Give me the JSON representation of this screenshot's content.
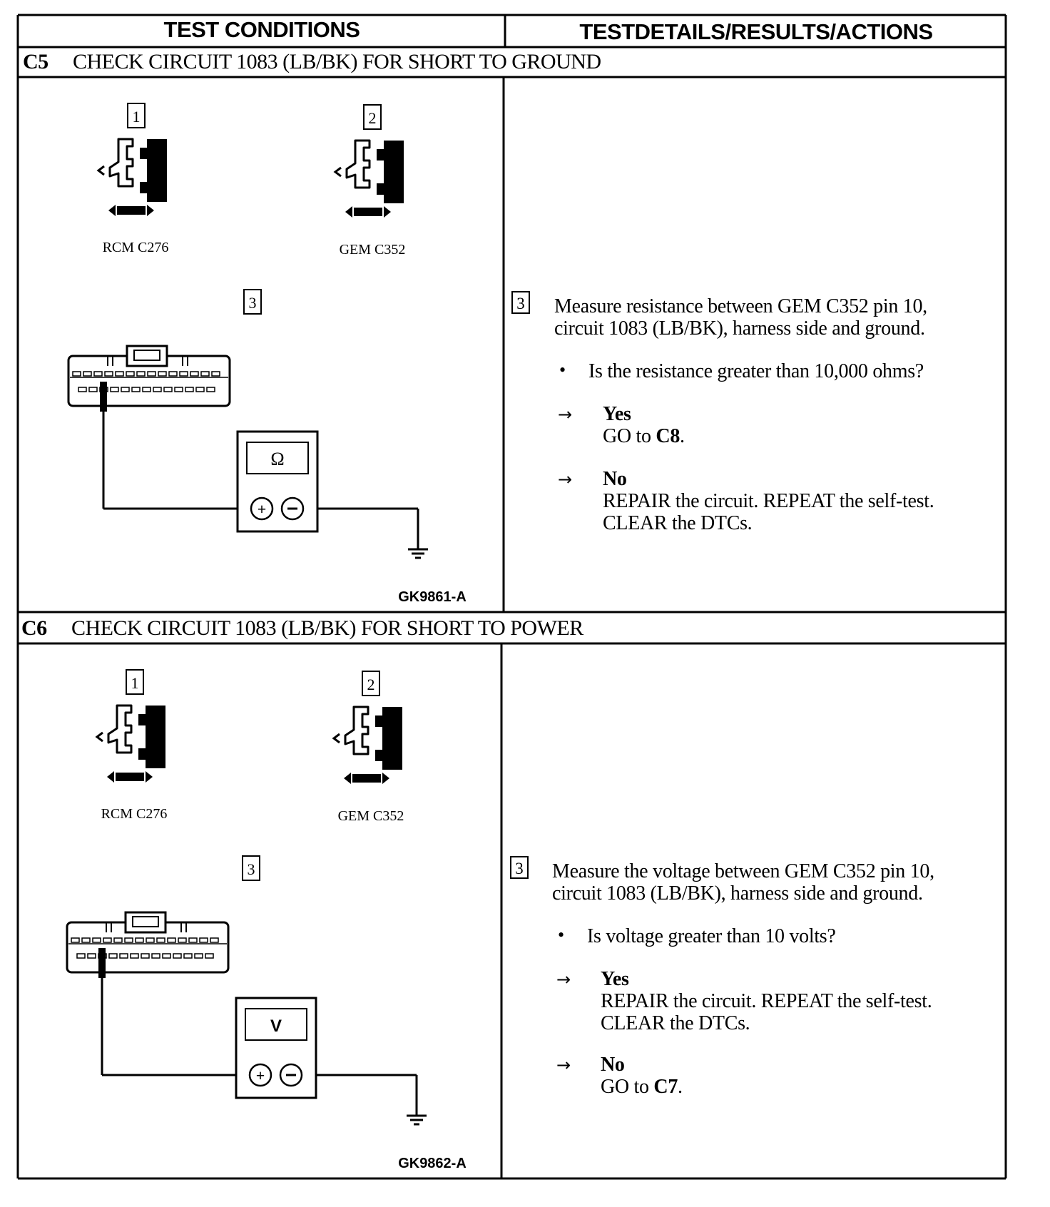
{
  "header": {
    "left": "TEST CONDITIONS",
    "right": "TESTDETAILS/RESULTS/ACTIONS"
  },
  "sections": [
    {
      "id": "C5",
      "title": "CHECK CIRCUIT 1083 (LB/BK) FOR SHORT TO GROUND",
      "steps": [
        "1",
        "2",
        "3"
      ],
      "connectors": [
        "RCM C276",
        "GEM C352"
      ],
      "meter_symbol": "Ω",
      "figure_id": "GK9861-A",
      "detail_step": "3",
      "instruction_line1": "Measure resistance between GEM C352 pin 10,",
      "instruction_line2": "circuit 1083 (LB/BK), harness side and ground.",
      "question": "Is the resistance greater than 10,000 ohms?",
      "yes_label": "Yes",
      "yes_text_plain": "GO to ",
      "yes_text_bold": "C8",
      "yes_text_end": ".",
      "yes_line2": "",
      "no_label": "No",
      "no_text_plain": "REPAIR the circuit. REPEAT the self-test.",
      "no_text_bold": "",
      "no_text_end": "",
      "no_line2": "CLEAR the DTCs."
    },
    {
      "id": "C6",
      "title": "CHECK CIRCUIT 1083 (LB/BK) FOR SHORT TO POWER",
      "steps": [
        "1",
        "2",
        "3"
      ],
      "connectors": [
        "RCM C276",
        "GEM C352"
      ],
      "meter_symbol": "V",
      "figure_id": "GK9862-A",
      "detail_step": "3",
      "instruction_line1": "Measure the voltage between GEM C352 pin 10,",
      "instruction_line2": "circuit 1083 (LB/BK), harness side and ground.",
      "question": "Is voltage greater than 10 volts?",
      "yes_label": "Yes",
      "yes_text_plain": "REPAIR the circuit. REPEAT the self-test.",
      "yes_text_bold": "",
      "yes_text_end": "",
      "yes_line2": "CLEAR the DTCs.",
      "no_label": "No",
      "no_text_plain": "GO to ",
      "no_text_bold": "C7",
      "no_text_end": ".",
      "no_line2": ""
    }
  ]
}
